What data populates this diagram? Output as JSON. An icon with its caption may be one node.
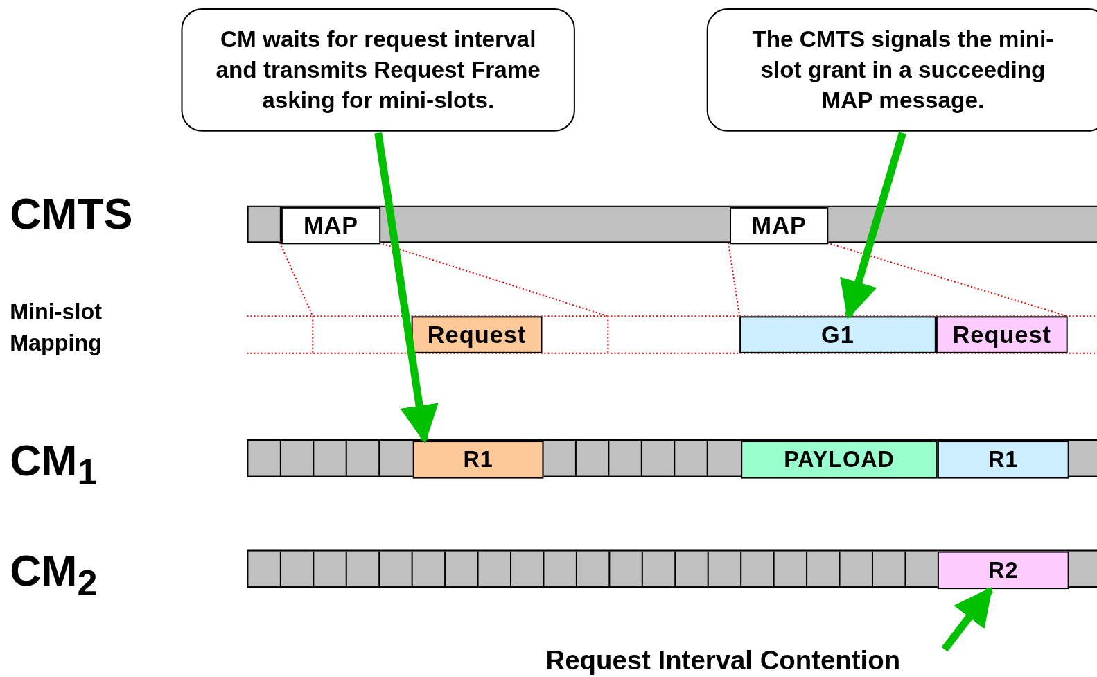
{
  "diagram": {
    "nodes": [
      {
        "text": [
          "CM waits for request interval and transmits Request Frame asking for mini-slots."
        ]
      },
      {
        "text": [
          "The CMTS signals the mini-slot grant in a succeeding MAP message."
        ]
      },
      {
        "text": [],
        "shape": "bar"
      },
      {
        "text": [
          "MAP"
        ],
        "in": 2
      },
      {
        "text": [
          "MAP"
        ],
        "in": 2
      },
      {
        "text": [
          "Request"
        ]
      },
      {
        "text": [
          "G1"
        ]
      },
      {
        "text": [
          "Request"
        ]
      },
      {
        "text": [],
        "shape": "bar"
      },
      {
        "text": [
          "R1"
        ],
        "in": 8
      },
      {
        "text": [
          "PAYLOAD"
        ],
        "in": 8
      },
      {
        "text": [
          "R1"
        ],
        "in": 8
      },
      {
        "text": [],
        "shape": "bar"
      },
      {
        "text": [
          "R2"
        ],
        "in": 12
      },
      {
        "text": [
          "Request Interval Contention"
        ]
      }
    ],
    "edges": [
      {
        "from": 0,
        "to": 9,
        "arrow": "to"
      },
      {
        "from": 1,
        "to": 6,
        "arrow": "to"
      },
      {
        "from": 14,
        "to": 13,
        "arrow": "to"
      }
    ],
    "labels": [
      "CMTS",
      "Mini-slot Mapping",
      "CM$_{1}$",
      "CM$_{2}$"
    ]
  }
}
